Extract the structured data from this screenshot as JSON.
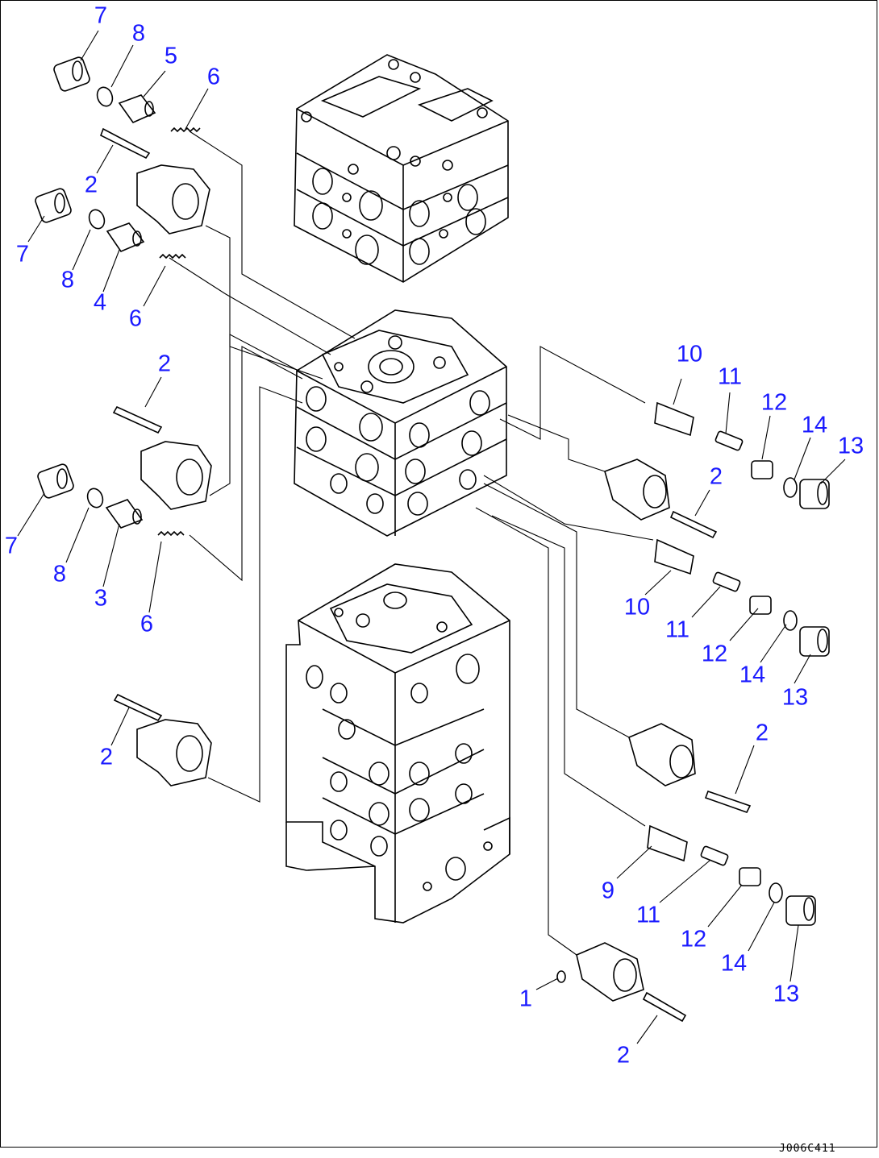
{
  "diagram": {
    "drawing_code": "J006C411",
    "callouts": [
      {
        "label": "7"
      },
      {
        "label": "8"
      },
      {
        "label": "5"
      },
      {
        "label": "6"
      },
      {
        "label": "2"
      },
      {
        "label": "7"
      },
      {
        "label": "8"
      },
      {
        "label": "4"
      },
      {
        "label": "6"
      },
      {
        "label": "2"
      },
      {
        "label": "7"
      },
      {
        "label": "8"
      },
      {
        "label": "3"
      },
      {
        "label": "6"
      },
      {
        "label": "2"
      },
      {
        "label": "10"
      },
      {
        "label": "11"
      },
      {
        "label": "12"
      },
      {
        "label": "14"
      },
      {
        "label": "13"
      },
      {
        "label": "2"
      },
      {
        "label": "10"
      },
      {
        "label": "11"
      },
      {
        "label": "12"
      },
      {
        "label": "14"
      },
      {
        "label": "13"
      },
      {
        "label": "2"
      },
      {
        "label": "9"
      },
      {
        "label": "11"
      },
      {
        "label": "12"
      },
      {
        "label": "14"
      },
      {
        "label": "13"
      },
      {
        "label": "1"
      },
      {
        "label": "2"
      }
    ],
    "callout_color": "#1a1aff",
    "line_color": "#000000"
  }
}
